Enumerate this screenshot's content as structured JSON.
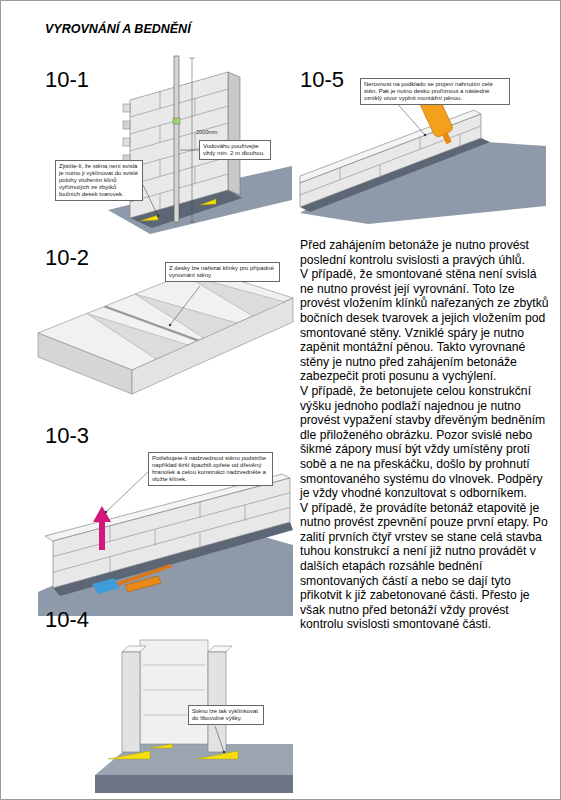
{
  "diagram": {
    "title": "VYROVNÁNÍ A BEDNĚNÍ",
    "nodes": [
      {
        "text": [
          "Zjistíte-li, že stěna není svislá je nutno ji vyklínovat do svislé polohy vložením klínů vyříznutých ze zbytků bočních desek tvarovek."
        ]
      },
      {
        "text": [
          "Vodováhu používejte vždy min. 2 m dlouhou."
        ]
      },
      {
        "text": [
          "Nerovnost na podkladu se projeví nahnutím celé stěn. Pak je nutno desku proříznout a následné vzniklý otvor vyplnit montážní pěnou."
        ]
      },
      {
        "text": [
          "Z desky lze nařezat klínky pro případné vyrovnání stěny"
        ]
      },
      {
        "text": [
          "Potřebujete-li nadzvednout stěnu podstrčte například širší špachtli opřete od dřevěný hranolek a celou konstrukci nadzvedněte a vložte klínek."
        ]
      },
      {
        "text": [
          "Stěnu lze tak vyklínkovat do libovolné výšky."
        ]
      }
    ],
    "labels": [
      "10-1",
      "2000mm",
      "10-5",
      "10-2",
      "10-3",
      "10-4",
      "Před zahájením betonáže je nutno provést poslední kontrolu svislosti a pravých úhlů.",
      "V případě, že smontované stěna není svislá ne nutno provést její vyrovnání. Toto lze provést vložením klínků nařezaných ze zbytků bočních desek tvarovek a jejich vložením pod smontované stěny. Vzniklé spáry je nutno zapěnit montážní pěnou. Takto vyrovnané stěny je nutno před zahájením betonáže zabezpečit proti posunu a vychýlení.",
      "V případě, že betonujete celou konstrukční výšku jednoho podlaží najednou je nutno provést vypažení stavby dřevěným bedněním dle přiloženého obrázku. Pozor svislé nebo šikmé zápory musí být vždy umístěny proti sobě a ne na přeskáčku, došlo by prohnutí smontovaného systému do vlnovek. Podpěry je vždy vhodné konzultovat s odborníkem.",
      "V případě, že provádíte betonáž etapovitě je nutno provést zpevnění pouze první etapy. Po zalití prvních čtyř vrstev se stane celá stavba tuhou konstrukcí a není již nutno provádět v dalších etapách rozsáhle bednění smontovaných částí a nebo se dají tyto přikotvit k již zabetonované části. Přesto je však nutno před betonáží vždy provést kontrolu svislosti smontované části."
    ]
  }
}
